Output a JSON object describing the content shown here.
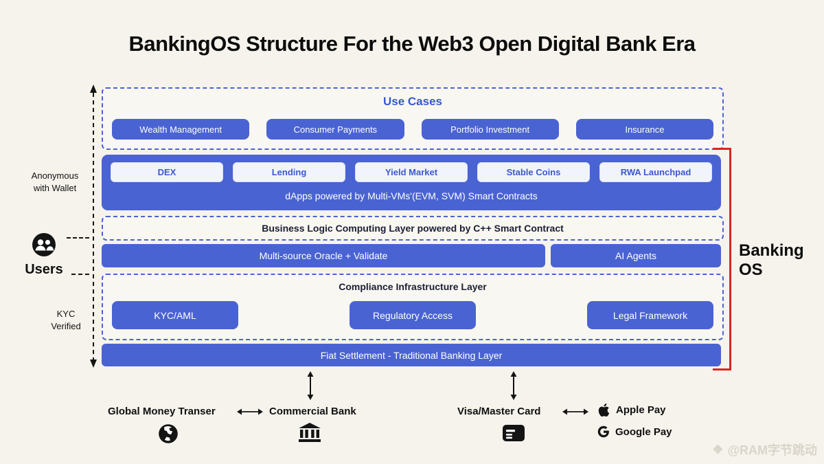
{
  "title": "BankingOS Structure For the Web3 Open Digital Bank Era",
  "use_cases": {
    "header": "Use Cases",
    "items": [
      "Wealth Management",
      "Consumer Payments",
      "Portfolio Investment",
      "Insurance"
    ]
  },
  "dapps": {
    "items": [
      "DEX",
      "Lending",
      "Yield Market",
      "Stable Coins",
      "RWA Launchpad"
    ],
    "caption": "dApps powered by Multi-VMs'(EVM, SVM) Smart Contracts"
  },
  "layers": {
    "business_logic": "Business Logic Computing Layer powered by C++ Smart Contract",
    "oracle": "Multi-source Oracle + Validate",
    "ai_agents": "AI Agents",
    "compliance_header": "Compliance Infrastructure Layer",
    "compliance_items": [
      "KYC/AML",
      "Regulatory Access",
      "Legal Framework"
    ],
    "fiat": "Fiat Settlement - Traditional Banking Layer"
  },
  "left_rail": {
    "anonymous": "Anonymous\nwith Wallet",
    "users": "Users",
    "kyc": "KYC\nVerified"
  },
  "right_rail": {
    "banking_os": "Banking\nOS"
  },
  "bottom": {
    "global_money": "Global Money Transer",
    "commercial_bank": "Commercial Bank",
    "visa_master": "Visa/Master Card",
    "apple_pay": "Apple Pay",
    "google_pay": "Google Pay"
  },
  "watermark": "@RAM字节跳动",
  "colors": {
    "blue": "#4a63d2",
    "blue_text": "#3a58cc",
    "red": "#e02222",
    "background": "#f6f3ec"
  }
}
